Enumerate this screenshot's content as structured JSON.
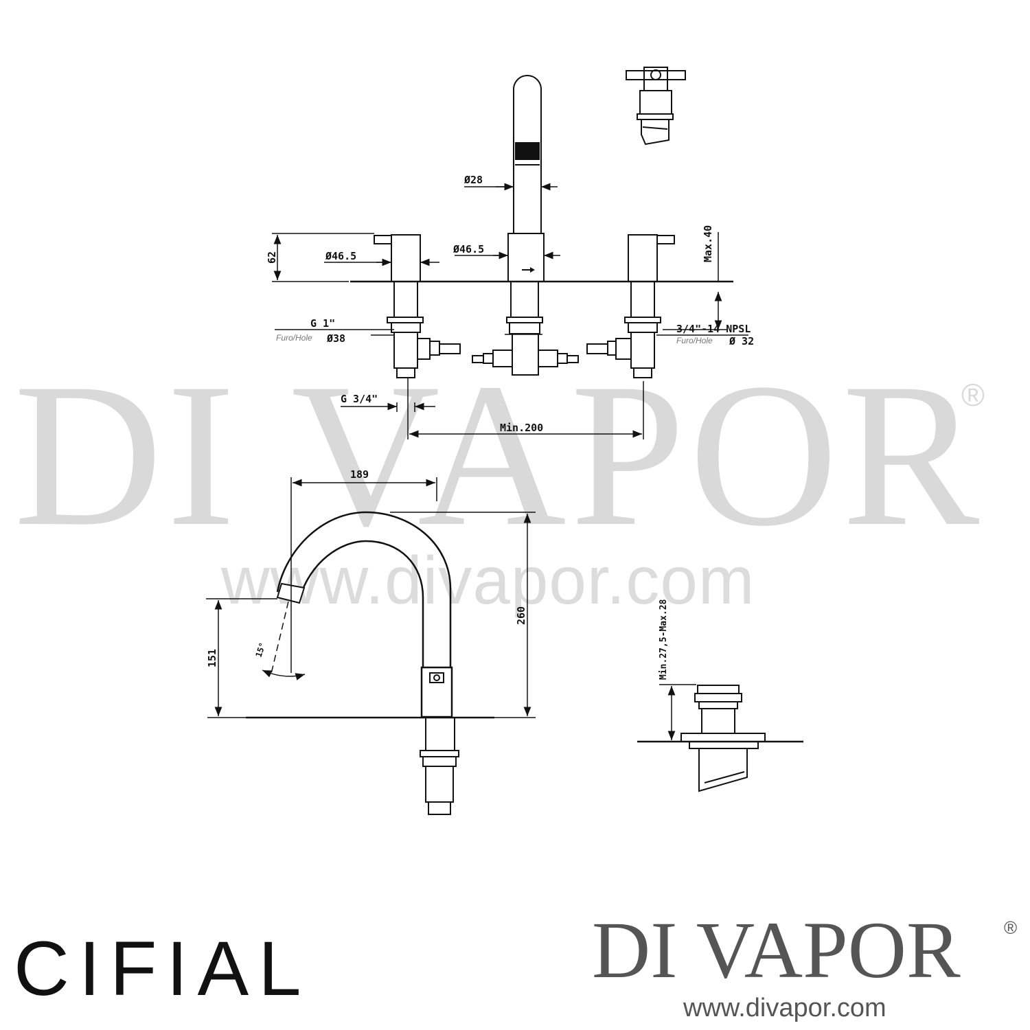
{
  "watermark": {
    "brand": "DI VAPOR",
    "registered": "®",
    "url": "www.divapor.com"
  },
  "footer": {
    "left_logo": "CIFIAL",
    "right_logo": "DI VAPOR",
    "right_registered": "®",
    "right_url": "www.divapor.com"
  },
  "dimensions": {
    "spout_diameter": "Ø28",
    "handle_diameter": "Ø46.5",
    "spout_base_diameter": "Ø46.5",
    "handle_height": "62",
    "max_deck_thickness": "Max.40",
    "thread_g1": "G 1\"",
    "hole_label_left": "Furo/Hole",
    "hole_left": "Ø38",
    "thread_npsl": "3/4\"-14 NPSL",
    "hole_label_right": "Furo/Hole",
    "hole_right": "Ø 32",
    "thread_g34": "G 3/4\"",
    "min_spacing": "Min.200",
    "spout_reach": "189",
    "spout_height": "260",
    "spout_outlet_height": "151",
    "spout_angle": "15°",
    "handle_fitting": "Min.27,5-Max.28"
  }
}
